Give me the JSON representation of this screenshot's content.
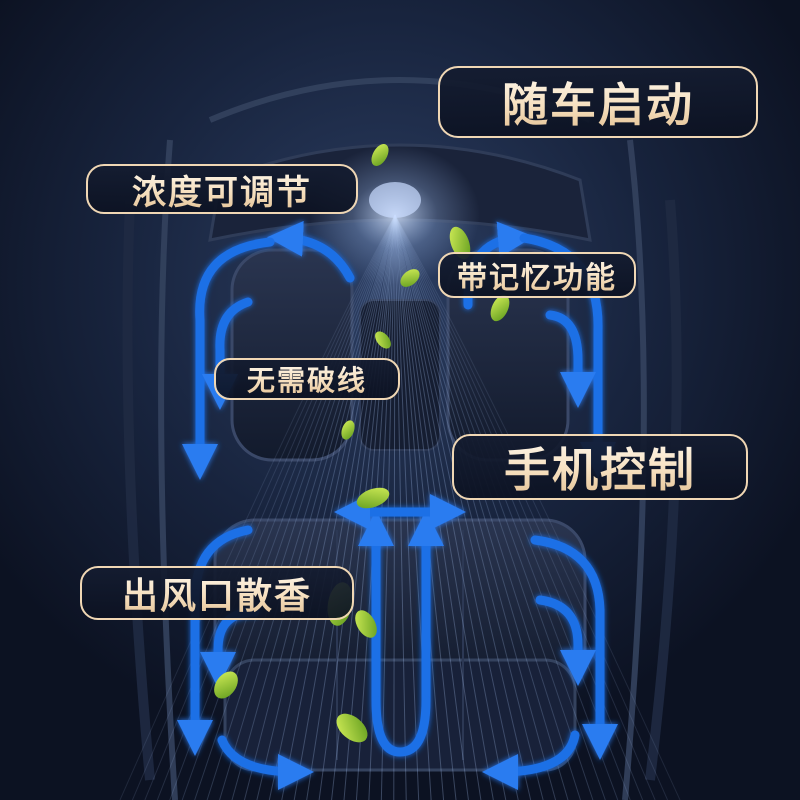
{
  "labels": {
    "start_with_car": "随车启动",
    "adjustable_concentration": "浓度可调节",
    "memory_function": "带记忆功能",
    "no_wire_cutting": "无需破线",
    "phone_control": "手机控制",
    "vent_fragrance": "出风口散香"
  },
  "colors": {
    "background": "#111a2e",
    "arrow": "#1f6fe6",
    "arrow_glow": "#3c8cff",
    "label_border": "#f0d7b4",
    "label_text": "#f6e0c0",
    "leaf": "#9acd32"
  }
}
